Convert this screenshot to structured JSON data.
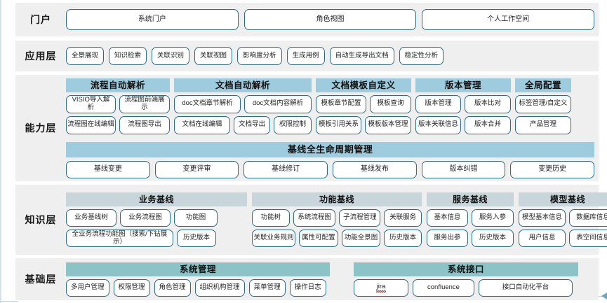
{
  "colors": {
    "layer_band": "#efefef",
    "node_border": "#2e6c86",
    "group_header_blue": "#9ecbdd",
    "group_header_gray": "#c8d5da",
    "group_header_teal": "#8cc3c6",
    "spellcheck_underline": "#e03131"
  },
  "layers": [
    {
      "id": "portal",
      "label": "门户",
      "nodes": [
        "系统门户",
        "角色视图",
        "个人工作空间"
      ]
    },
    {
      "id": "application",
      "label": "应用层",
      "nodes": [
        "全景展现",
        "知识检索",
        "关联识别",
        "关联视图",
        "影响度分析",
        "生成用例",
        "自动生成导出文档",
        "稳定性分析"
      ]
    },
    {
      "id": "capability",
      "label": "能力层",
      "groups": [
        {
          "header": "流程自动解析",
          "rows": [
            [
              "VISIO导入解析",
              "流程图前端展示"
            ],
            [
              "流程图在线编辑",
              "流程图导出"
            ]
          ]
        },
        {
          "header": "文档自动解析",
          "rows": [
            [
              "doc文档章节解析",
              "doc文档内容解析"
            ],
            [
              "文档在线编辑",
              "文档导出",
              "权限控制"
            ]
          ]
        },
        {
          "header": "文档模板自定义",
          "rows": [
            [
              "模板章节配置",
              "模板查询"
            ],
            [
              "模板引用关系",
              "模板版本管理"
            ]
          ]
        },
        {
          "header": "版本管理",
          "rows": [
            [
              "版本管理",
              "版本比对"
            ],
            [
              "版本关联信息",
              "版本合并"
            ]
          ]
        },
        {
          "header": "全局配置",
          "rows": [
            [
              "标签管理/自定义"
            ],
            [
              "产品管理"
            ]
          ]
        }
      ],
      "baseline": {
        "header": "基线全生命周期管理",
        "nodes": [
          "基线变更",
          "变更评审",
          "基线修订",
          "基线发布",
          "版本纠错",
          "变更历史"
        ]
      }
    },
    {
      "id": "knowledge",
      "label": "知识层",
      "groups": [
        {
          "header": "业务基线",
          "rows": [
            [
              "业务基线树",
              "业务流程图",
              "功能图"
            ],
            [
              "全业务流程功能图（搜索/下钻展示）",
              "历史版本"
            ]
          ]
        },
        {
          "header": "功能基线",
          "rows": [
            [
              "功能树",
              "系统流程图",
              "子流程管理",
              "关联服务"
            ],
            [
              "关联业务规则",
              "属性可配置",
              "功能全景图",
              "历史版本"
            ]
          ]
        },
        {
          "header": "服务基线",
          "rows": [
            [
              "基本信息",
              "服务入参"
            ],
            [
              "服务出参",
              "历史版本"
            ]
          ]
        },
        {
          "header": "模型基线",
          "rows": [
            [
              "模型基本信息",
              "数据库信息"
            ],
            [
              "用户信息",
              "表空间信息"
            ]
          ]
        }
      ]
    },
    {
      "id": "foundation",
      "label": "基础层",
      "groups": [
        {
          "header": "系统管理",
          "rows": [
            [
              "多用户管理",
              "权限管理",
              "角色管理",
              "组织机构管理",
              "菜单管理",
              "操作日志"
            ]
          ]
        },
        {
          "header": "系统接口",
          "rows": [
            [
              "jira",
              "confluence",
              "接口自动化平台"
            ]
          ]
        }
      ]
    }
  ]
}
